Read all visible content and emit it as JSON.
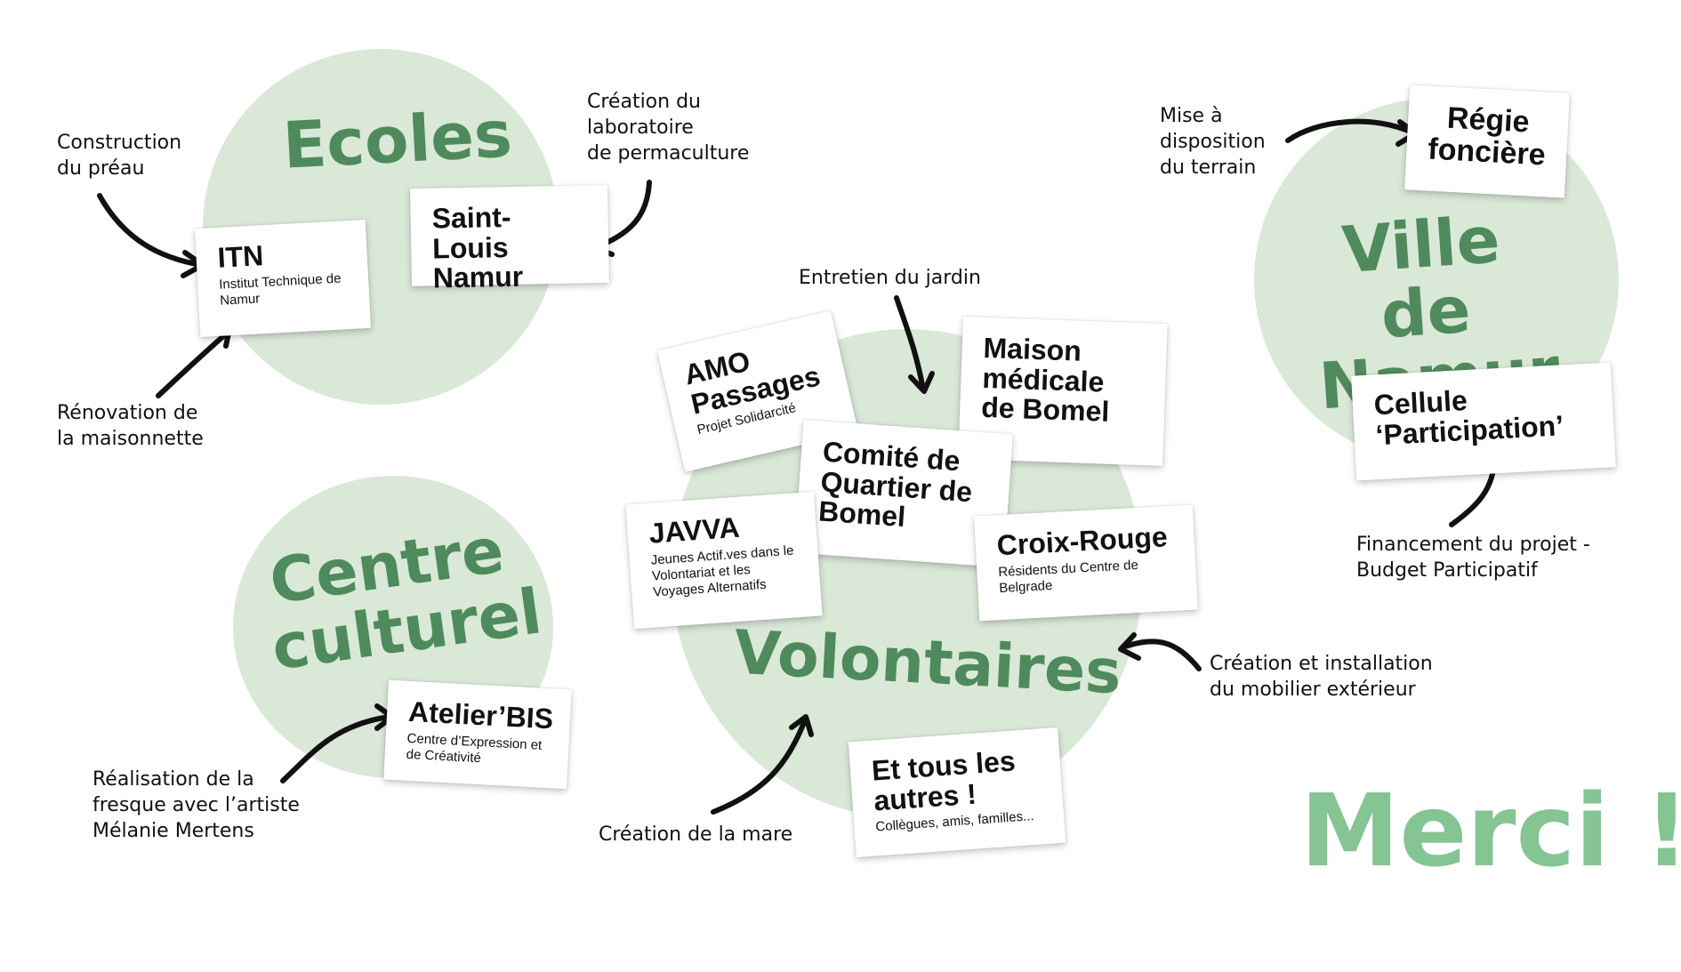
{
  "groups": {
    "ecoles": "Ecoles",
    "ville": "Ville de Namur",
    "centre": "Centre culturel",
    "volontaires": "Volontaires"
  },
  "cards": {
    "itn": {
      "name": "ITN",
      "sub": "Institut Technique de Namur"
    },
    "saint_louis": {
      "name": "Saint-Louis Namur"
    },
    "regie": {
      "name": "Régie foncière"
    },
    "cellule": {
      "name": "Cellule ‘Participation’"
    },
    "amo": {
      "name": "AMO Passages",
      "sub": "Projet Solidarcité"
    },
    "maison": {
      "name": "Maison médicale de Bomel"
    },
    "comite": {
      "name": "Comité de Quartier de Bomel"
    },
    "javva": {
      "name": "JAVVA",
      "sub": "Jeunes Actif.ves dans le Volontariat et les Voyages Alternatifs"
    },
    "croix_rouge": {
      "name": "Croix-Rouge",
      "sub": "Résidents du Centre de Belgrade"
    },
    "atelier": {
      "name": "Atelier’BIS",
      "sub": "Centre d’Expression et de Créativité"
    },
    "tous": {
      "name": "Et tous les autres !",
      "sub": "Collègues, amis, familles..."
    }
  },
  "notes": {
    "construction": "Construction\ndu préau",
    "renovation": "Rénovation de\nla maisonnette",
    "creation_labo": "Création du\nlaboratoire\nde permaculture",
    "mise": "Mise à\ndisposition\ndu terrain",
    "financement": "Financement du projet -\nBudget Participatif",
    "entretien": "Entretien du jardin",
    "mobilier": "Création et installation\ndu mobilier extérieur",
    "fresque": "Réalisation de la\nfresque avec l’artiste\nMélanie Mertens",
    "mare": "Création de la mare"
  },
  "closing": "Merci !",
  "colors": {
    "blob": "#d9e8d7",
    "title": "#4f8a5c",
    "merci": "#85c493",
    "ink": "#111111"
  }
}
